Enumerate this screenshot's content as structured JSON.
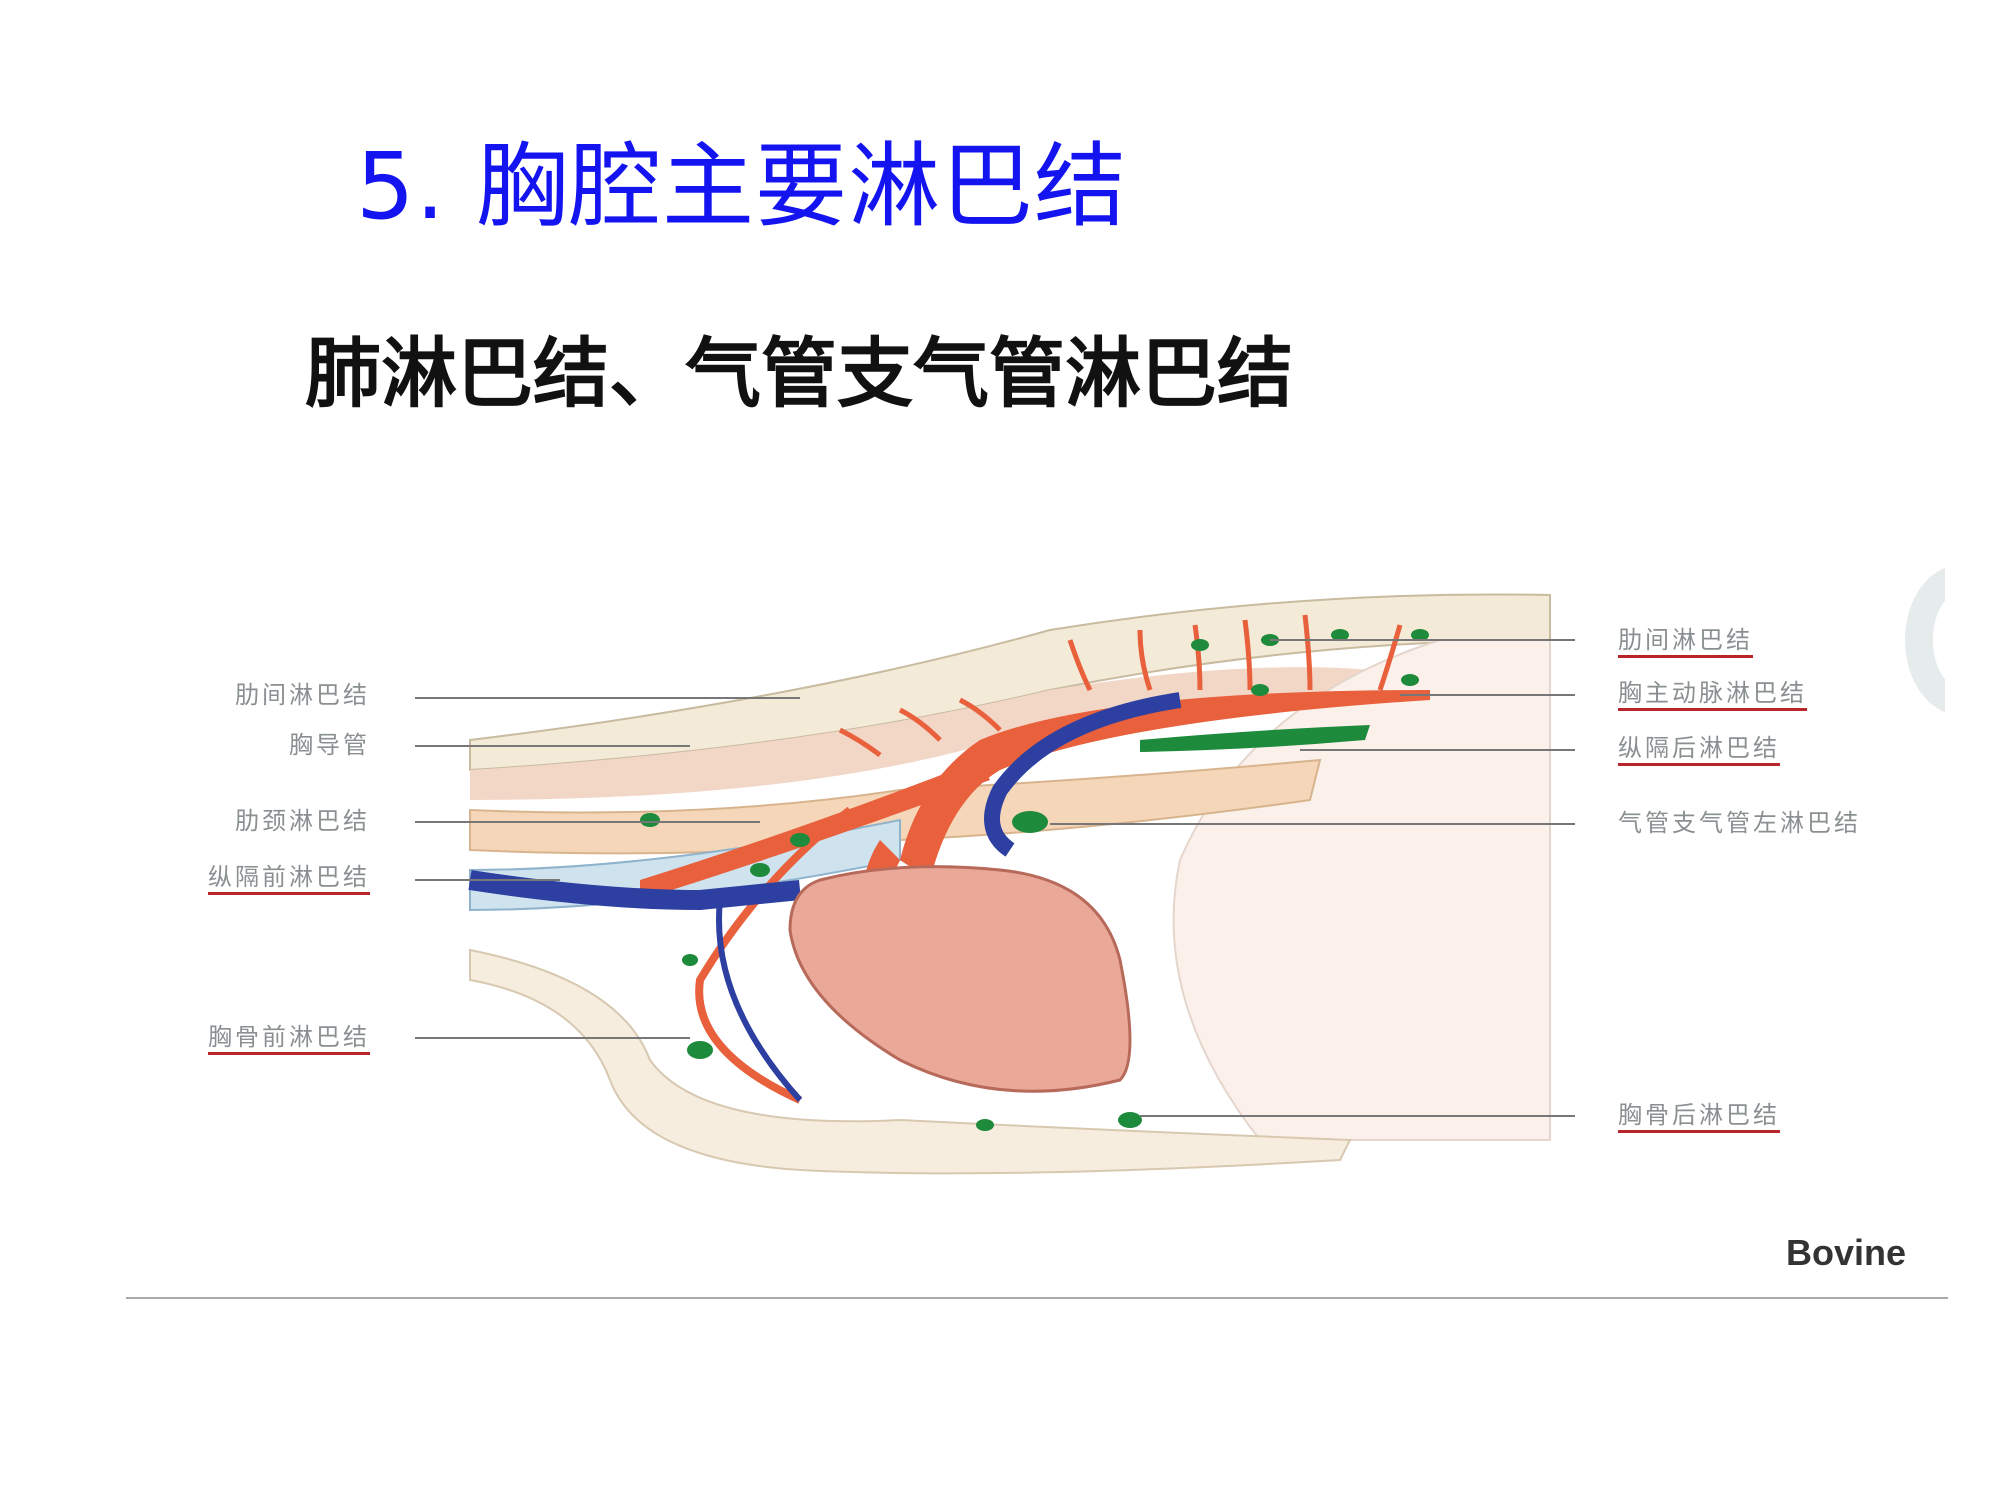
{
  "slide": {
    "title": "5. 胸腔主要淋巴结",
    "subtitle": "肺淋巴结、气管支气管淋巴结",
    "caption": "Bovine",
    "labels_left": [
      {
        "text": "肋间淋巴结",
        "underlined": false
      },
      {
        "text": "胸导管",
        "underlined": false
      },
      {
        "text": "肋颈淋巴结",
        "underlined": false
      },
      {
        "text": "纵隔前淋巴结",
        "underlined": true
      },
      {
        "text": "胸骨前淋巴结",
        "underlined": true
      }
    ],
    "labels_right": [
      {
        "text": "肋间淋巴结",
        "underlined": true
      },
      {
        "text": "胸主动脉淋巴结",
        "underlined": true
      },
      {
        "text": "纵隔后淋巴结",
        "underlined": true
      },
      {
        "text": "气管支气管左淋巴结",
        "underlined": false
      },
      {
        "text": "胸骨后淋巴结",
        "underlined": true
      }
    ],
    "colors": {
      "title": "#1414f0",
      "underline": "#b8262c",
      "artery": "#e8603c",
      "vein": "#2d3fa0",
      "lymph": "#1e8a3c",
      "heart": "#eaa898"
    }
  }
}
